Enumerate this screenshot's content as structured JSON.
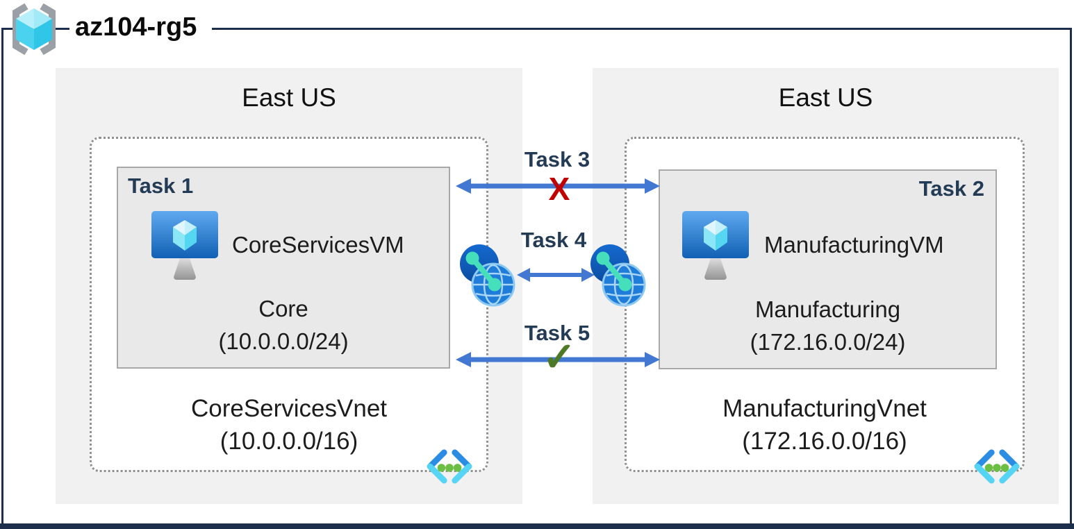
{
  "title": "az104-rg5",
  "regions": {
    "left": {
      "name": "East US",
      "task_label": "Task 1",
      "vm_name": "CoreServicesVM",
      "subnet_name": "Core",
      "subnet_cidr": "(10.0.0.0/24)",
      "vnet_name": "CoreServicesVnet",
      "vnet_cidr": "(10.0.0.0/16)"
    },
    "right": {
      "name": "East US",
      "task_label": "Task 2",
      "vm_name": "ManufacturingVM",
      "subnet_name": "Manufacturing",
      "subnet_cidr": "(172.16.0.0/24)",
      "vnet_name": "ManufacturingVnet",
      "vnet_cidr": "(172.16.0.0/16)"
    }
  },
  "connections": {
    "task3": {
      "label": "Task 3",
      "marker": "X"
    },
    "task4": {
      "label": "Task 4"
    },
    "task5": {
      "label": "Task 5",
      "marker": "✓"
    }
  },
  "icons": {
    "resource_group": "resource-group-icon",
    "virtual_machine": "virtual-machine-icon",
    "vnet_peering": "vnet-peering-icon",
    "virtual_network": "virtual-network-icon"
  },
  "colors": {
    "frame": "#1e2f4e",
    "arrow": "#4278d2",
    "blocked_x": "#c00000",
    "check": "#4e7a28",
    "task_label": "#243b55",
    "region_bg": "#f1f1f2",
    "subnet_bg": "#e9e9e9"
  }
}
